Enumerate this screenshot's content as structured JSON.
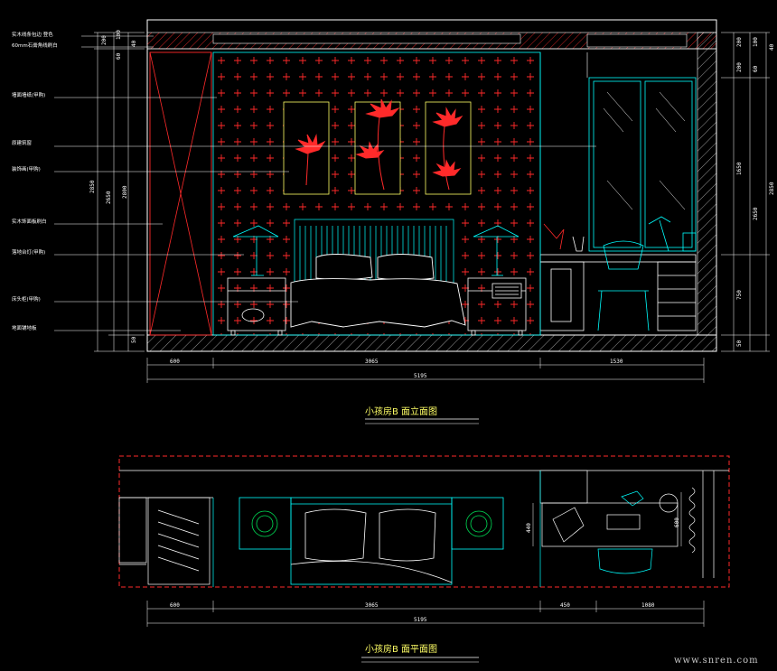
{
  "elevation": {
    "title": "小孩房B 面立面图",
    "annotations": [
      "实木线条包边 登色",
      "60mm石膏角线刷白",
      "墙面墙纸(甲购)",
      "原建筑窗",
      "装饰画(甲购)",
      "实木饰面板刷白",
      "落地台灯(甲购)",
      "床头柜(甲购)",
      "地面铺地板"
    ],
    "left_dims": [
      "200",
      "100",
      "60",
      "40",
      "2650",
      "2850",
      "2800",
      "50"
    ],
    "right_dims": [
      "200",
      "100",
      "200",
      "60",
      "40",
      "1650",
      "2650",
      "2850",
      "750",
      "50"
    ],
    "bottom_dims": [
      "600",
      "3065",
      "1530"
    ],
    "total": "5195"
  },
  "plan": {
    "title": "小孩房B 面平面图",
    "bottom_dims": [
      "600",
      "3065",
      "450",
      "1080"
    ],
    "total": "5195",
    "side_dims": [
      "440",
      "600"
    ]
  },
  "watermark": "www.snren.com",
  "colors": {
    "cyan": "#00ffff",
    "red": "#ff2a2a",
    "white": "#ffffff",
    "yellow": "#ffff66",
    "green": "#00dd55"
  }
}
